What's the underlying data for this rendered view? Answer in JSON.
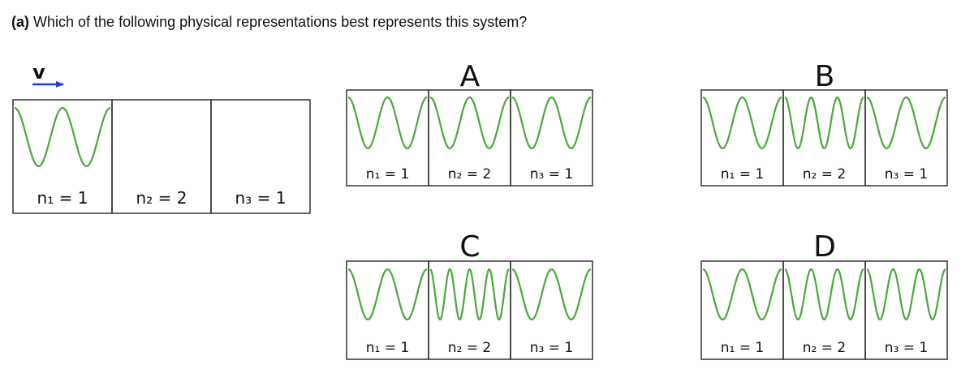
{
  "question": {
    "label": "(a)",
    "text": "Which of the following physical representations best represents this system?"
  },
  "colors": {
    "wave": "#4aa83c",
    "velocity": "#1f3fd6",
    "box_border": "#333333",
    "text": "#111111"
  },
  "velocity_label": "v",
  "system": {
    "boxes": [
      {
        "label": "n₁ = 1",
        "n": 1,
        "has_wave": true
      },
      {
        "label": "n₂ = 2",
        "n": 2,
        "has_wave": false
      },
      {
        "label": "n₃ = 1",
        "n": 1,
        "has_wave": false
      }
    ]
  },
  "options": [
    {
      "letter": "A",
      "boxes": [
        {
          "label": "n₁ = 1",
          "n": 1,
          "has_wave": true
        },
        {
          "label": "n₂ = 2",
          "n": 2,
          "has_wave": true
        },
        {
          "label": "n₃ = 1",
          "n": 1,
          "has_wave": true
        }
      ]
    },
    {
      "letter": "B",
      "boxes": [
        {
          "label": "n₁ = 1",
          "n": 1,
          "has_wave": true
        },
        {
          "label": "n₂ = 2",
          "n": 2,
          "has_wave": true
        },
        {
          "label": "n₃ = 1",
          "n": 1,
          "has_wave": true
        }
      ]
    },
    {
      "letter": "C",
      "boxes": [
        {
          "label": "n₁ = 1",
          "n": 1,
          "has_wave": true
        },
        {
          "label": "n₂ = 2",
          "n": 2,
          "has_wave": true
        },
        {
          "label": "n₃ = 1",
          "n": 1,
          "has_wave": true
        }
      ]
    },
    {
      "letter": "D",
      "boxes": [
        {
          "label": "n₁ = 1",
          "n": 1,
          "has_wave": true
        },
        {
          "label": "n₂ = 2",
          "n": 2,
          "has_wave": true
        },
        {
          "label": "n₃ = 1",
          "n": 1,
          "has_wave": true
        }
      ]
    }
  ]
}
